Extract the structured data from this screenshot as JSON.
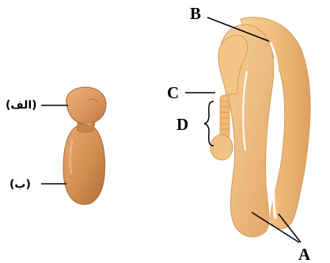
{
  "labels": {
    "alef": "(الف)",
    "be": "(ب)",
    "A": "A",
    "B": "B",
    "C": "C",
    "D": "D"
  },
  "colors": {
    "body_fill": "#f1c285",
    "body_shade": "#dca062",
    "body_highlight": "#f8d9a9",
    "bud_fill": "#dd9d63",
    "bud_shade": "#b9733f",
    "line": "#000000"
  }
}
